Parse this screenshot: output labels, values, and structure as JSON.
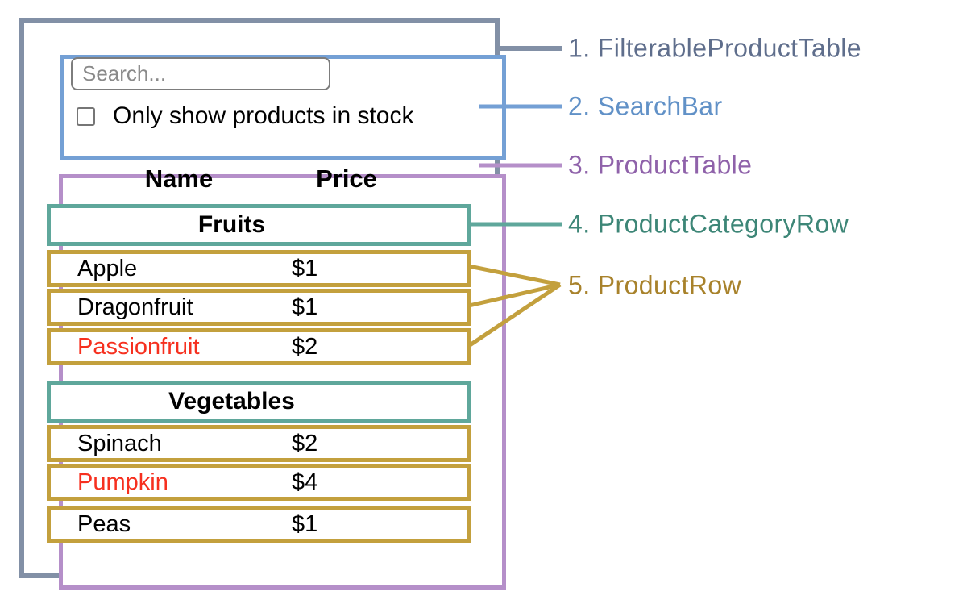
{
  "search_bar": {
    "placeholder": "Search...",
    "checkbox_label": "Only show products in stock"
  },
  "table": {
    "columns": [
      "Name",
      "Price"
    ],
    "sections": [
      {
        "category": "Fruits",
        "rows": [
          {
            "name": "Apple",
            "price": "$1",
            "out_of_stock": false
          },
          {
            "name": "Dragonfruit",
            "price": "$1",
            "out_of_stock": false
          },
          {
            "name": "Passionfruit",
            "price": "$2",
            "out_of_stock": true
          }
        ]
      },
      {
        "category": "Vegetables",
        "rows": [
          {
            "name": "Spinach",
            "price": "$2",
            "out_of_stock": false
          },
          {
            "name": "Pumpkin",
            "price": "$4",
            "out_of_stock": true
          },
          {
            "name": "Peas",
            "price": "$1",
            "out_of_stock": false
          }
        ]
      }
    ]
  },
  "legend": [
    {
      "label": "1. FilterableProductTable",
      "color": "#5f6e8c"
    },
    {
      "label": "2. SearchBar",
      "color": "#6191c7"
    },
    {
      "label": "3. ProductTable",
      "color": "#8f62aa"
    },
    {
      "label": "4. ProductCategoryRow",
      "color": "#3d8677"
    },
    {
      "label": "5. ProductRow",
      "color": "#a8822b"
    }
  ],
  "colors": {
    "outer_border": "#8290a6",
    "searchbar_border": "#74a0d5",
    "product_table_border": "#b58fc9",
    "category_row_border": "#5fa79b",
    "product_row_border": "#c3a03d",
    "out_of_stock_text": "#f6301f"
  }
}
